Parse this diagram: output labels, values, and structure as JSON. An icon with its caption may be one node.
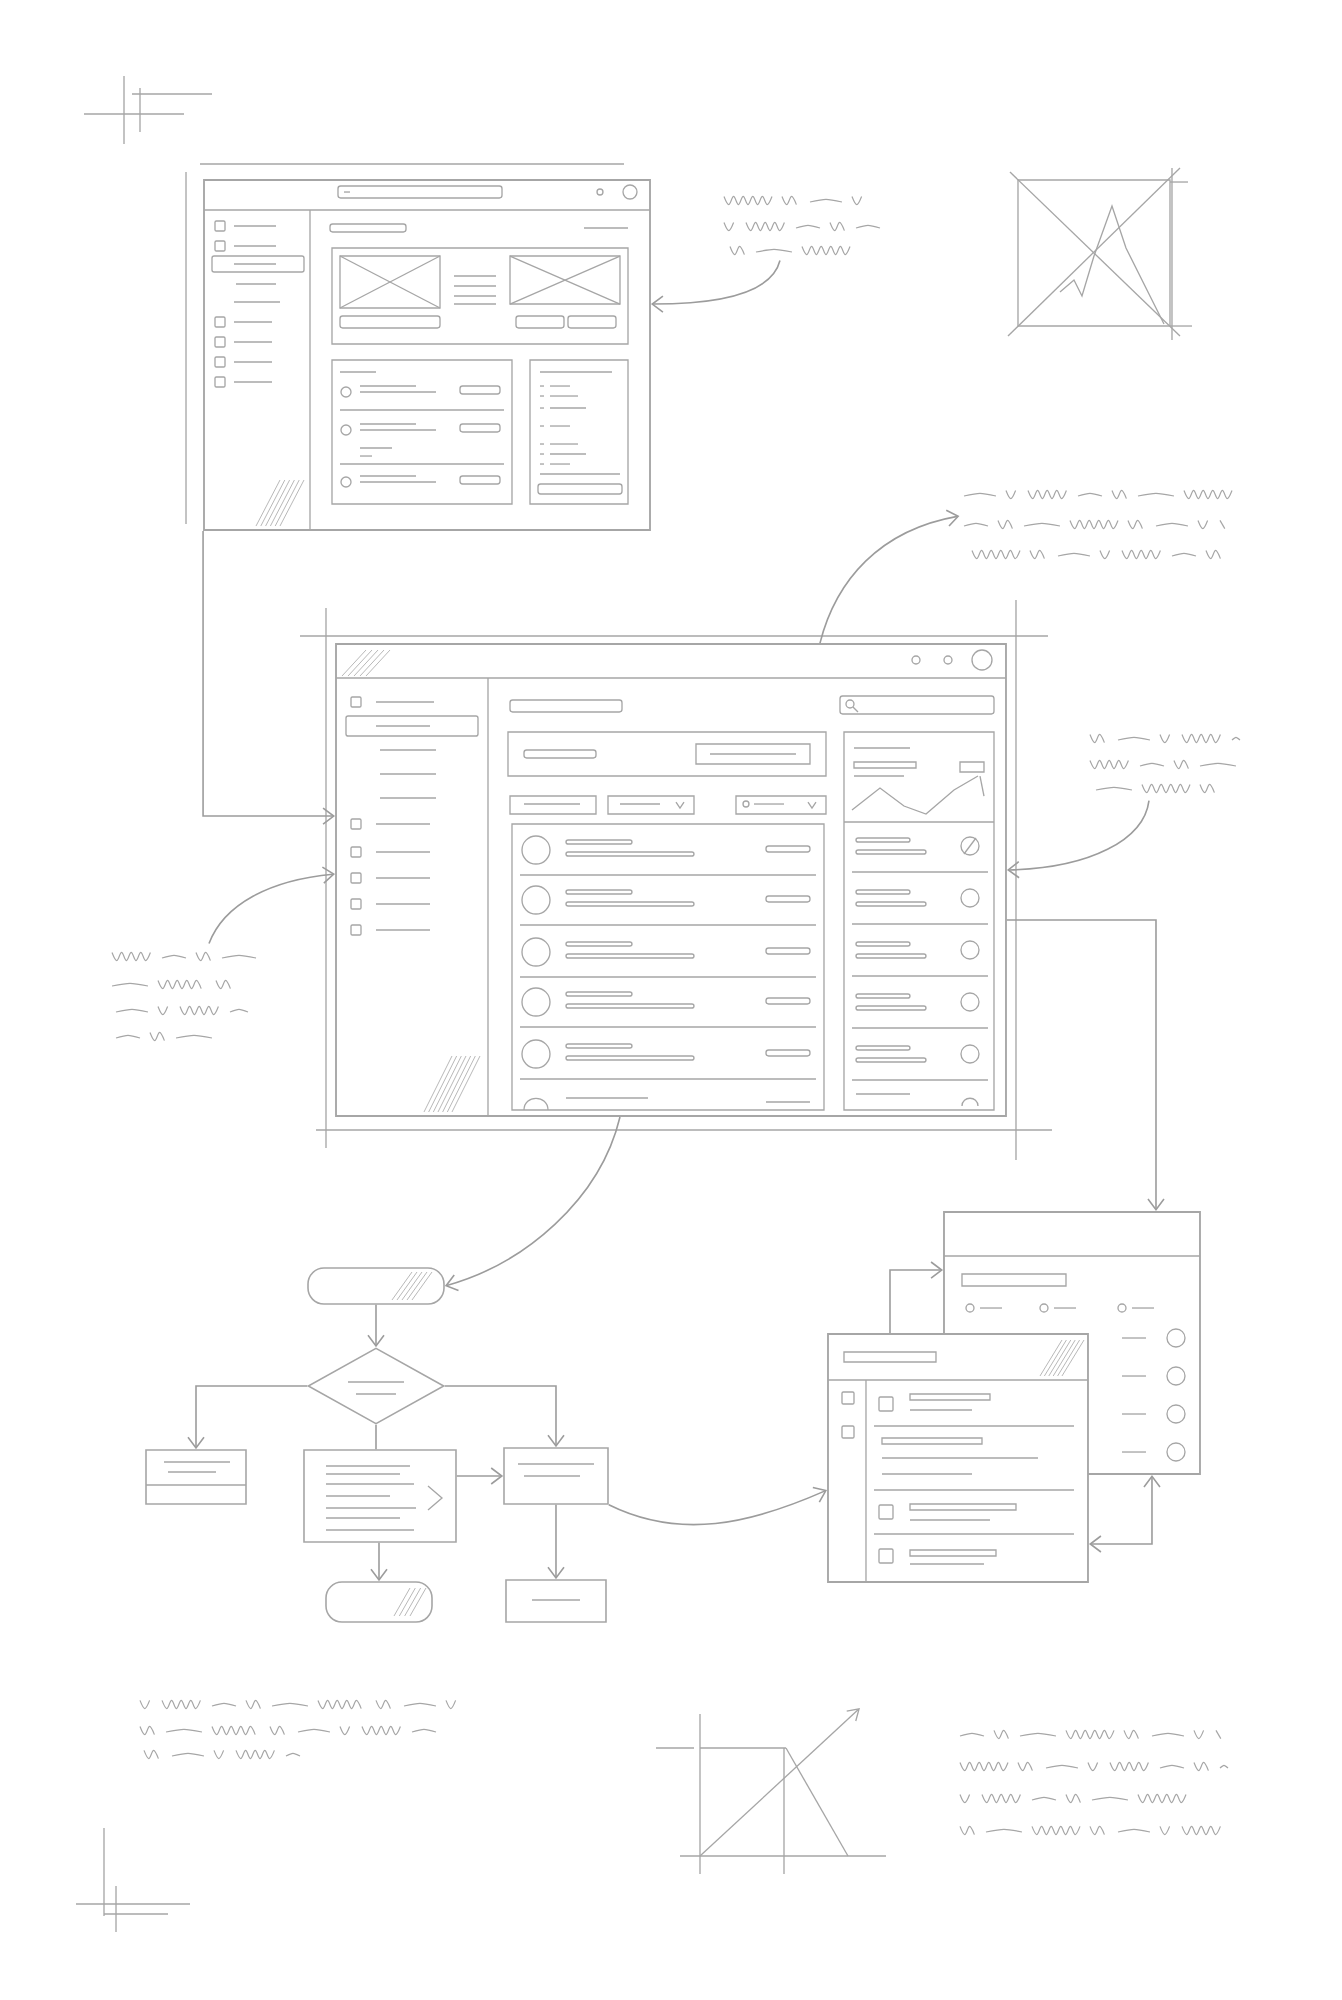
{
  "diagram": {
    "nodes": [
      {
        "text": [],
        "shape": "window"
      },
      {
        "text": [],
        "shape": "scribble"
      },
      {
        "text": [],
        "shape": "scribble"
      },
      {
        "text": [],
        "shape": "window"
      },
      {
        "text": [],
        "shape": "scribble"
      },
      {
        "text": [],
        "shape": "scribble"
      },
      {
        "text": [],
        "shape": "pill"
      },
      {
        "text": [],
        "shape": "diamond"
      },
      {
        "text": [],
        "shape": "box"
      },
      {
        "text": [],
        "shape": "box"
      },
      {
        "text": [],
        "shape": "box"
      },
      {
        "text": [],
        "shape": "window"
      },
      {
        "text": [],
        "shape": "window"
      },
      {
        "text": [],
        "shape": "pill"
      },
      {
        "text": [],
        "shape": "box"
      }
    ],
    "edges": [
      {
        "from": 1,
        "to": 0,
        "arrow": "to"
      },
      {
        "from": 3,
        "to": 2,
        "arrow": "to"
      },
      {
        "from": 0,
        "to": 3,
        "arrow": "to"
      },
      {
        "from": 4,
        "to": 3,
        "arrow": "to"
      },
      {
        "from": 5,
        "to": 3,
        "arrow": "to"
      },
      {
        "from": 3,
        "to": 11,
        "arrow": "to"
      },
      {
        "from": 3,
        "to": 6,
        "arrow": "to"
      },
      {
        "from": 6,
        "to": 7,
        "arrow": "to"
      },
      {
        "from": 7,
        "to": 8,
        "arrow": "to"
      },
      {
        "from": 7,
        "to": 9,
        "arrow": "none"
      },
      {
        "from": 7,
        "to": 10,
        "arrow": "to"
      },
      {
        "from": 9,
        "to": 10,
        "arrow": "to"
      },
      {
        "from": 10,
        "to": 12,
        "arrow": "to"
      },
      {
        "from": 12,
        "to": 11,
        "arrow": "to"
      },
      {
        "from": 11,
        "to": 12,
        "arrow": "both"
      },
      {
        "from": 9,
        "to": 13,
        "arrow": "to"
      },
      {
        "from": 10,
        "to": 14,
        "arrow": "to"
      }
    ]
  }
}
